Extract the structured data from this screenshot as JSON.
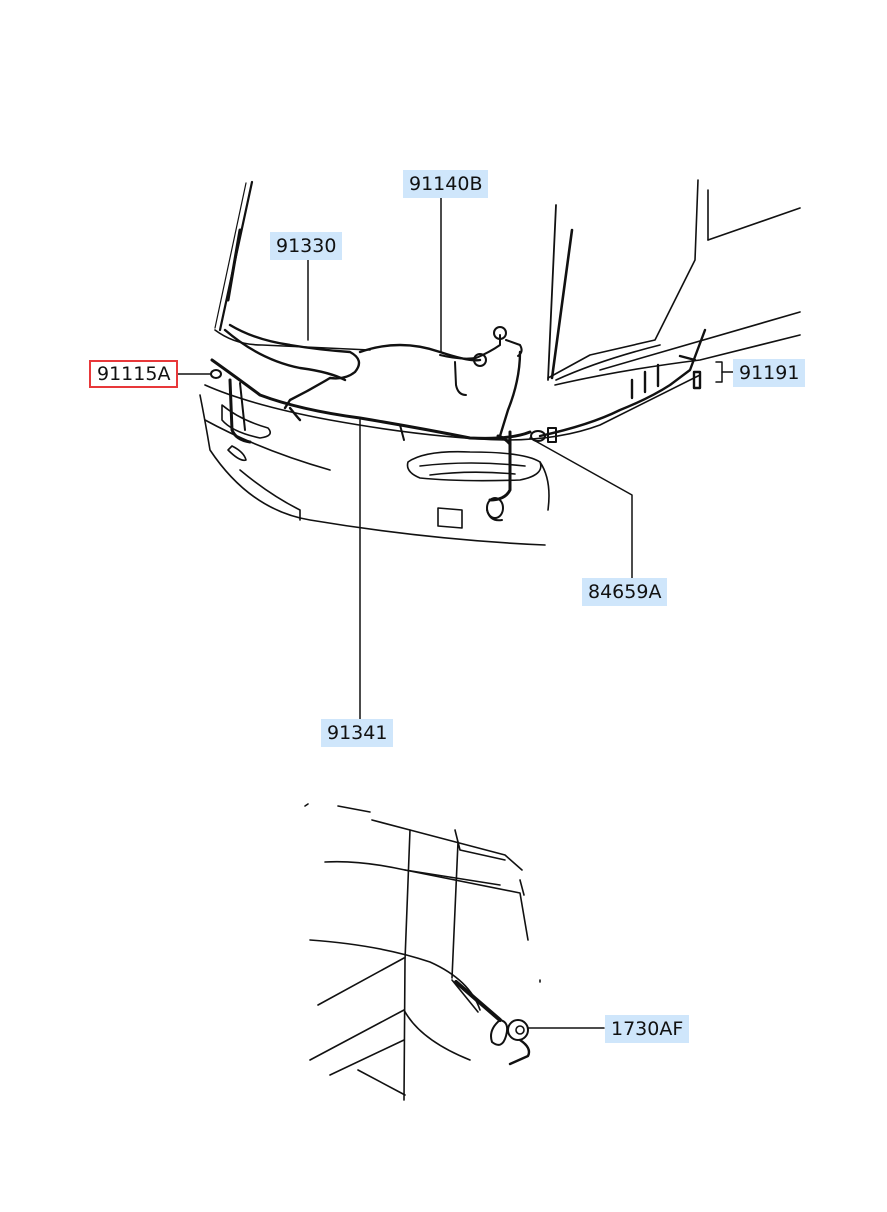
{
  "parts": [
    {
      "id": "lbl-91140B",
      "number": "91140B",
      "selected": false
    },
    {
      "id": "lbl-91330",
      "number": "91330",
      "selected": false
    },
    {
      "id": "lbl-91115A",
      "number": "91115A",
      "selected": true
    },
    {
      "id": "lbl-91191",
      "number": "91191",
      "selected": false
    },
    {
      "id": "lbl-84659A",
      "number": "84659A",
      "selected": false
    },
    {
      "id": "lbl-91341",
      "number": "91341",
      "selected": false
    },
    {
      "id": "lbl-1730AF",
      "number": "1730AF",
      "selected": false
    }
  ],
  "colors": {
    "line": "#111111",
    "label_bg": "#cfe6fb",
    "selected_border": "#e8383a"
  }
}
